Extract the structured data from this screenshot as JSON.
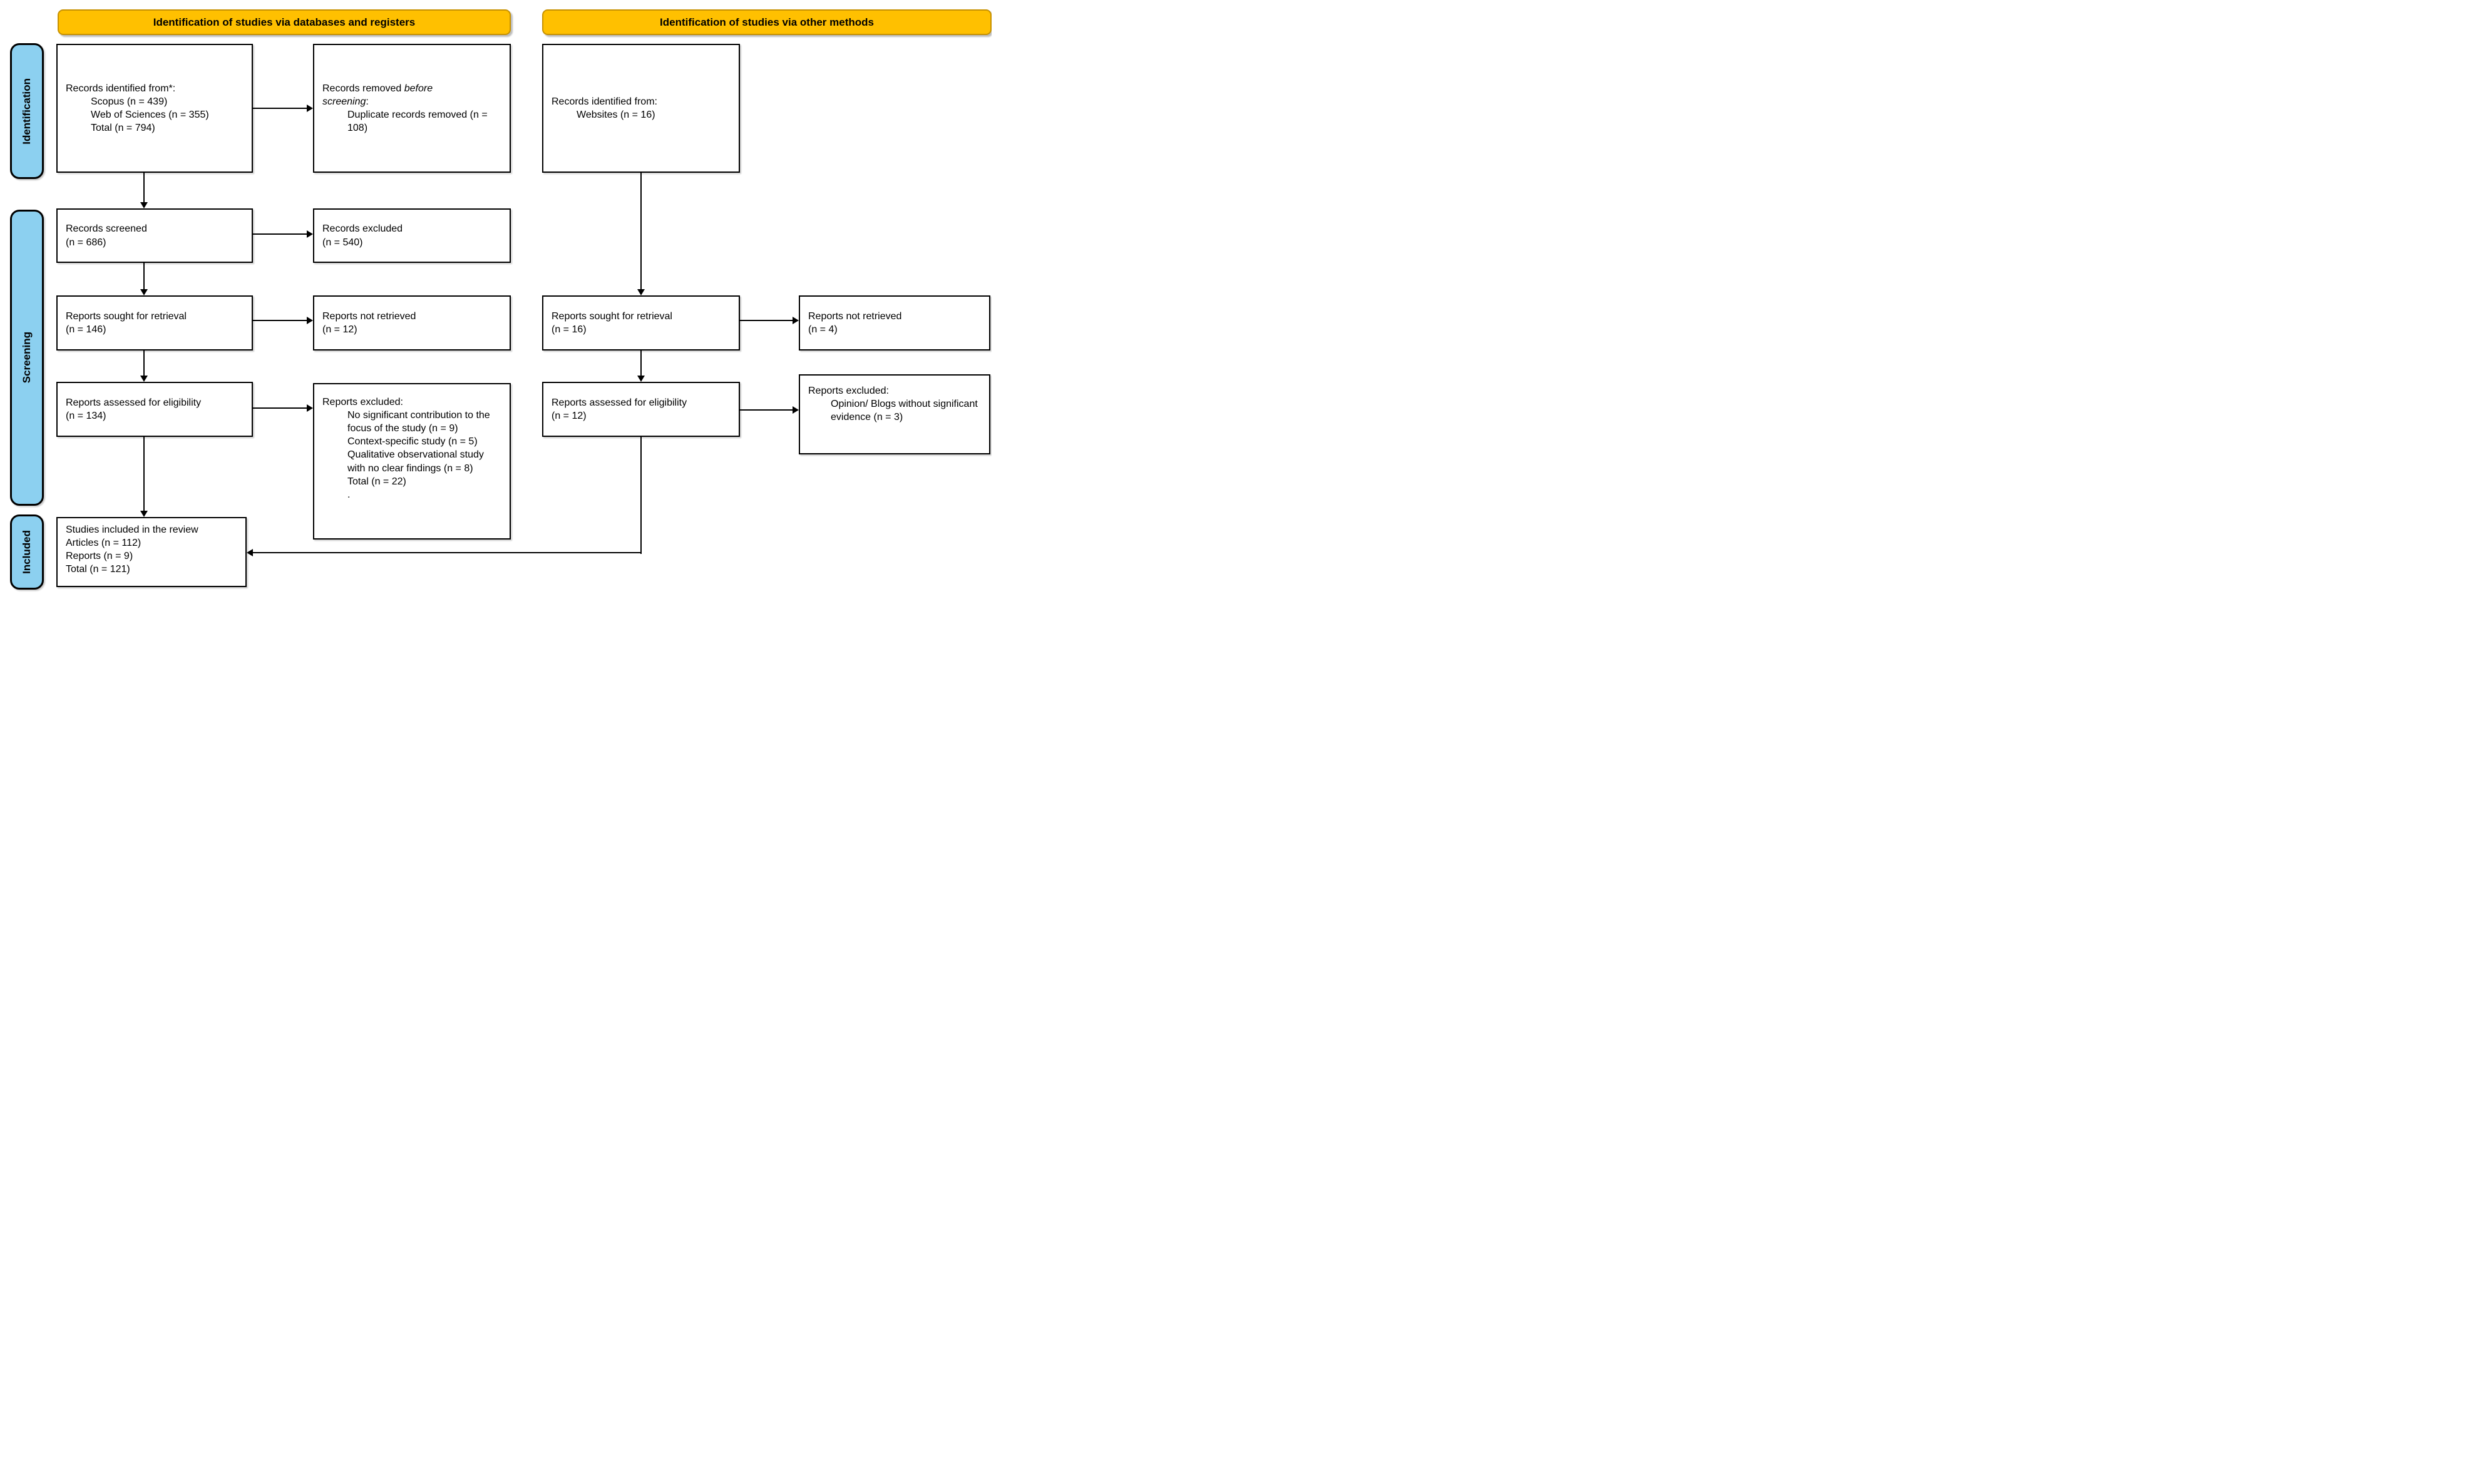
{
  "headers": {
    "databases": "Identification of studies via databases and registers",
    "other": "Identification of studies via other methods"
  },
  "sidebar": {
    "identification": "Identification",
    "screening": "Screening",
    "included": "Included"
  },
  "boxes": {
    "records_identified": {
      "title": "Records identified from*:",
      "items": [
        "Scopus (n = 439)",
        "Web of Sciences (n = 355)",
        "Total (n = 794)"
      ]
    },
    "records_removed": {
      "pre": "Records removed ",
      "italic_line1": "before",
      "italic_line2": "screening",
      "colon": ":",
      "items": [
        "Duplicate records removed (n = 108)"
      ]
    },
    "records_identified_other": {
      "title": "Records identified from:",
      "items": [
        "Websites (n = 16)"
      ]
    },
    "records_screened": {
      "line1": "Records screened",
      "line2": "(n = 686)"
    },
    "records_excluded": {
      "line1": "Records excluded",
      "line2": "(n = 540)"
    },
    "reports_sought_db": {
      "line1": "Reports sought for retrieval",
      "line2": "(n = 146)"
    },
    "reports_not_retrieved_db": {
      "line1": "Reports not retrieved",
      "line2": "(n = 12)"
    },
    "reports_sought_other": {
      "line1": "Reports sought for retrieval",
      "line2": "(n = 16)"
    },
    "reports_not_retrieved_other": {
      "line1": "Reports not retrieved",
      "line2": "(n = 4)"
    },
    "reports_assessed_db": {
      "line1": "Reports assessed for eligibility",
      "line2": "(n = 134)"
    },
    "reports_excluded_db": {
      "title": "Reports excluded:",
      "items": [
        "No significant contribution to the focus of the study (n = 9)",
        "Context-specific study (n = 5)",
        "Qualitative observational study with no clear findings (n = 8)",
        "Total (n = 22)",
        "."
      ]
    },
    "reports_assessed_other": {
      "line1": "Reports assessed for eligibility",
      "line2": "(n = 12)"
    },
    "reports_excluded_other": {
      "title": "Reports excluded:",
      "items": [
        "Opinion/ Blogs without significant evidence (n = 3)"
      ]
    },
    "studies_included": {
      "lines": [
        "Studies included in the review",
        "Articles (n = 112)",
        "Reports (n = 9)",
        "Total (n = 121)"
      ]
    }
  },
  "colors": {
    "header_bg": "#FFC000",
    "header_border": "#C79100",
    "stage_bg": "#8CD0F0",
    "line": "#000000"
  }
}
